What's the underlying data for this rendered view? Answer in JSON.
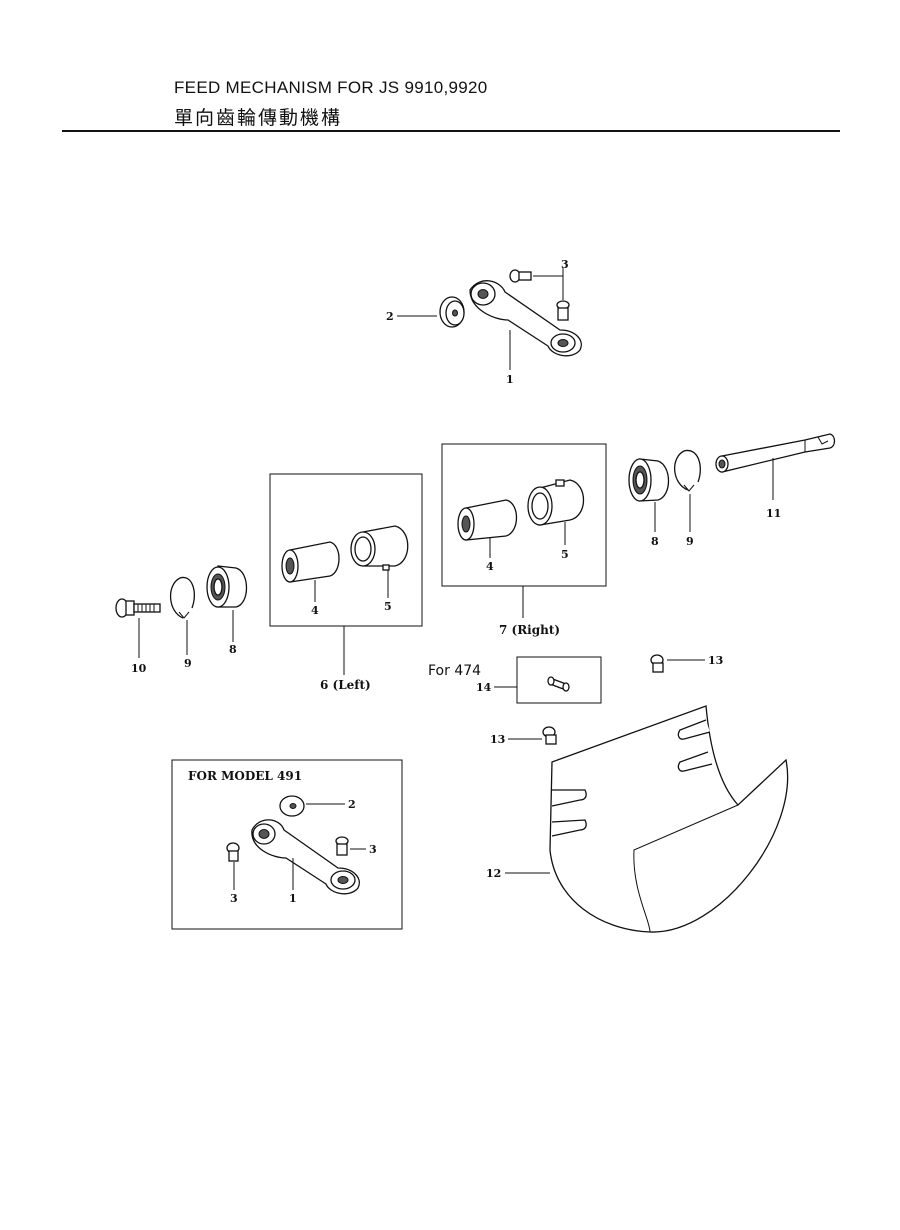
{
  "header": {
    "title_en": "FEED MECHANISM FOR JS 9910,9920",
    "title_zh": "單向齒輪傳動機構"
  },
  "notes": {
    "for_474": "For 474",
    "for_model_491": "FOR MODEL 491"
  },
  "labels": {
    "top_1": "1",
    "top_2": "2",
    "top_3": "3",
    "left_10": "10",
    "left_9": "9",
    "left_8": "8",
    "box6_4": "4",
    "box6_5": "5",
    "box6_name": "6 (Left)",
    "box7_4": "4",
    "box7_5": "5",
    "box7_name": "7 (Right)",
    "right_8": "8",
    "right_9": "9",
    "right_11": "11",
    "p13a": "13",
    "p13b": "13",
    "p14": "14",
    "p12": "12",
    "m491_1": "1",
    "m491_2": "2",
    "m491_3a": "3",
    "m491_3b": "3"
  }
}
